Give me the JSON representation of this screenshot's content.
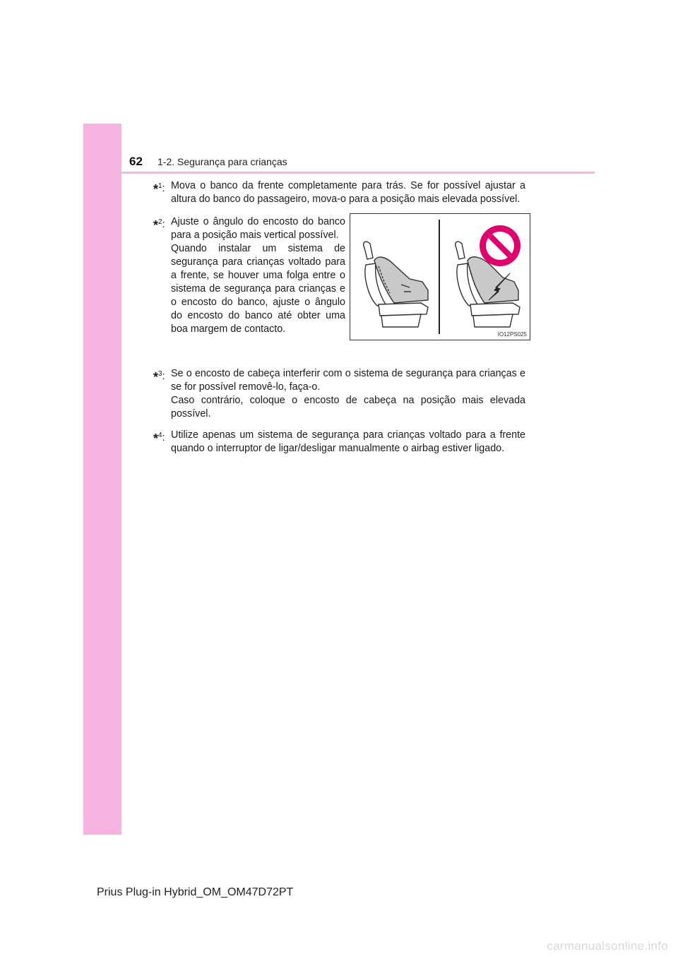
{
  "header": {
    "page_number": "62",
    "section_title": "1-2. Segurança para crianças"
  },
  "notes": [
    {
      "mark": "*",
      "num": "1",
      "lines": [
        "Mova o banco da frente completamente para trás. Se for possível ajustar a altura do banco do passageiro, mova-o para a posição mais elevada possível."
      ]
    },
    {
      "mark": "*",
      "num": "2",
      "lines": [
        "Ajuste o ângulo do encosto do banco para a posição mais vertical possível.",
        "Quando instalar um sistema de segurança para crianças voltado para a frente, se houver uma folga entre o sistema de segurança para crianças e o encosto do banco, ajuste o ângulo do encosto do banco até obter uma boa margem de contacto."
      ]
    },
    {
      "mark": "*",
      "num": "3",
      "lines": [
        "Se o encosto de cabeça interferir com o sistema de segurança para crianças e se for possível removê-lo, faça-o.",
        "Caso contrário, coloque o encosto de cabeça na posição mais elevada possível."
      ]
    },
    {
      "mark": "*",
      "num": "4",
      "lines": [
        "Utilize apenas um sistema de segurança para crianças voltado para a frente quando o interruptor de ligar/desligar manualmente o airbag estiver ligado."
      ]
    }
  ],
  "figure": {
    "code": "IO12PS025",
    "icons": [
      "seat-with-child-seat-correct",
      "seat-with-child-seat-gap",
      "prohibition-icon",
      "arrow-icon"
    ],
    "accent": "#e0006e"
  },
  "footer": {
    "text": "Prius Plug-in Hybrid_OM_OM47D72PT"
  },
  "watermark": {
    "text": "carmanualsonline.info"
  },
  "colors": {
    "sidebar": "#f5b3df"
  }
}
